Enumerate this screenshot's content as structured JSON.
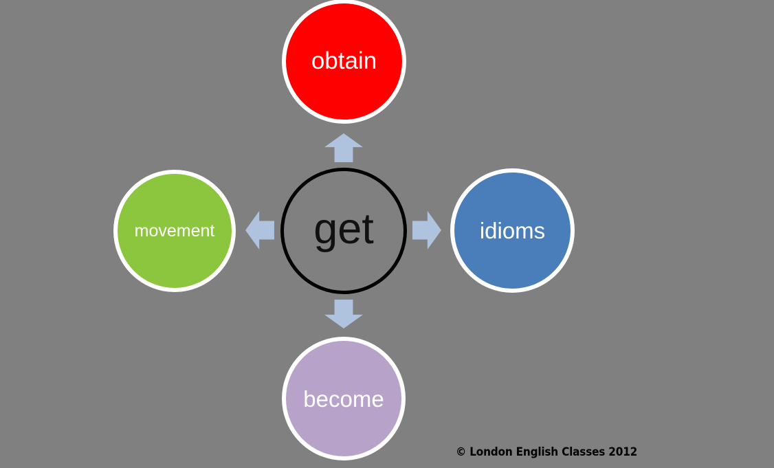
{
  "diagram": {
    "title": "get",
    "background_color": "#808080",
    "center": {
      "id": "get",
      "label": "get",
      "fill": "transparent",
      "ring_color": "#000000",
      "text_color": "#111111"
    },
    "nodes": [
      {
        "id": "obtain",
        "label": "obtain",
        "position": "top",
        "fill": "#FF0000",
        "ring_color": "#FFFFFF",
        "text_color": "#FFFFFF"
      },
      {
        "id": "movement",
        "label": "movement",
        "position": "left",
        "fill": "#8CC63E",
        "ring_color": "#FFFFFF",
        "text_color": "#FFFFFF"
      },
      {
        "id": "idioms",
        "label": "idioms",
        "position": "right",
        "fill": "#4A7EBB",
        "ring_color": "#FFFFFF",
        "text_color": "#FFFFFF"
      },
      {
        "id": "become",
        "label": "become",
        "position": "bottom",
        "fill": "#B7A3C9",
        "ring_color": "#FFFFFF",
        "text_color": "#FFFFFF"
      }
    ],
    "arrows": [
      {
        "id": "arrow-up",
        "direction": "up",
        "from": "get",
        "to": "obtain",
        "color": "#AFC2DE"
      },
      {
        "id": "arrow-left",
        "direction": "left",
        "from": "get",
        "to": "movement",
        "color": "#AFC2DE"
      },
      {
        "id": "arrow-right",
        "direction": "right",
        "from": "get",
        "to": "idioms",
        "color": "#AFC2DE"
      },
      {
        "id": "arrow-down",
        "direction": "down",
        "from": "get",
        "to": "become",
        "color": "#AFC2DE"
      }
    ],
    "copyright": "© London English Classes 2012"
  }
}
